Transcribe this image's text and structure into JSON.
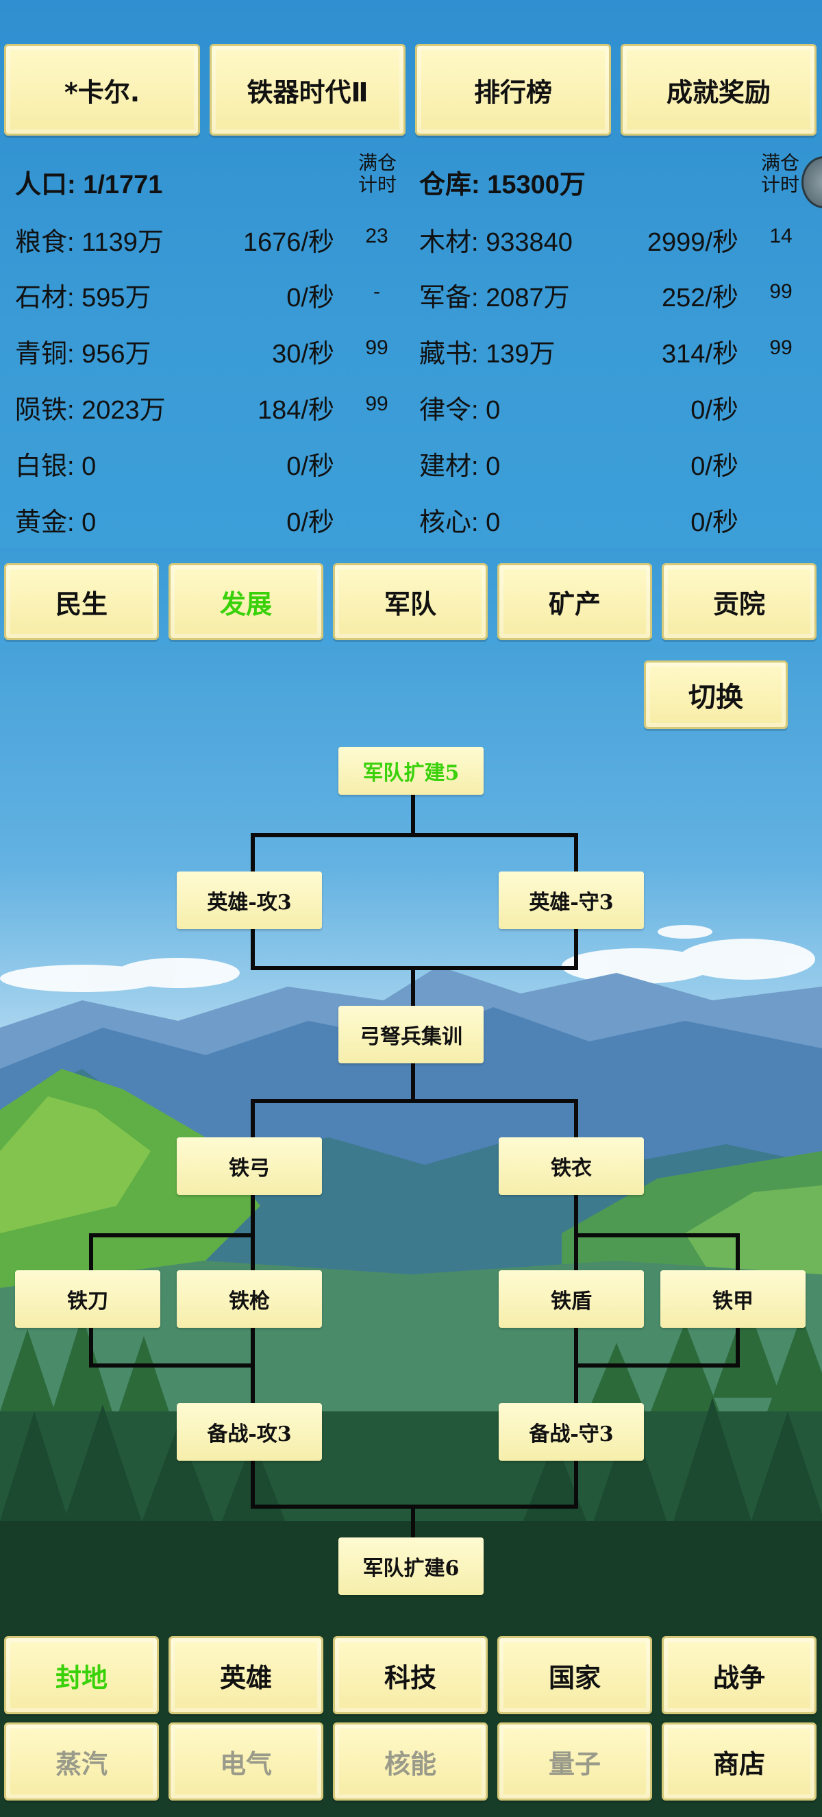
{
  "top_buttons": [
    {
      "label": "*卡尔."
    },
    {
      "label": "铁器时代Ⅱ"
    },
    {
      "label": "排行榜"
    },
    {
      "label": "成就奖励"
    }
  ],
  "headers": {
    "left_title": "人口: 1/1771",
    "left_timer_header": "满仓\n计时",
    "right_title": "仓库: 15300万",
    "right_timer_header": "满仓\n计时"
  },
  "resources_left": [
    {
      "label": "粮食: 1139万",
      "rate": "1676/秒",
      "timer": "23"
    },
    {
      "label": "石材: 595万",
      "rate": "0/秒",
      "timer": "-"
    },
    {
      "label": "青铜: 956万",
      "rate": "30/秒",
      "timer": "99"
    },
    {
      "label": "陨铁: 2023万",
      "rate": "184/秒",
      "timer": "99"
    },
    {
      "label": "白银: 0",
      "rate": "0/秒",
      "timer": ""
    },
    {
      "label": "黄金: 0",
      "rate": "0/秒",
      "timer": ""
    }
  ],
  "resources_right": [
    {
      "label": "木材: 933840",
      "rate": "2999/秒",
      "timer": "14"
    },
    {
      "label": "军备: 2087万",
      "rate": "252/秒",
      "timer": "99"
    },
    {
      "label": "藏书: 139万",
      "rate": "314/秒",
      "timer": "99"
    },
    {
      "label": "律令: 0",
      "rate": "0/秒",
      "timer": ""
    },
    {
      "label": "建材: 0",
      "rate": "0/秒",
      "timer": ""
    },
    {
      "label": "核心: 0",
      "rate": "0/秒",
      "timer": ""
    }
  ],
  "category_tabs": [
    {
      "label": "民生"
    },
    {
      "label": "发展"
    },
    {
      "label": "军队"
    },
    {
      "label": "矿产"
    },
    {
      "label": "贡院"
    }
  ],
  "switch_label": "切换",
  "tech_nodes": {
    "army_expand_5": "军队扩建5",
    "hero_attack_3": "英雄-攻3",
    "hero_defense_3": "英雄-守3",
    "crossbow_training": "弓弩兵集训",
    "iron_bow": "铁弓",
    "iron_clothes": "铁衣",
    "iron_blade": "铁刀",
    "iron_spear": "铁枪",
    "iron_shield": "铁盾",
    "iron_armor": "铁甲",
    "ready_attack_3": "备战-攻3",
    "ready_defense_3": "备战-守3",
    "army_expand_6": "军队扩建6"
  },
  "bottom_nav_row1": [
    {
      "label": "封地"
    },
    {
      "label": "英雄"
    },
    {
      "label": "科技"
    },
    {
      "label": "国家"
    },
    {
      "label": "战争"
    }
  ],
  "bottom_nav_row2": [
    {
      "label": "蒸汽"
    },
    {
      "label": "电气"
    },
    {
      "label": "核能"
    },
    {
      "label": "量子"
    },
    {
      "label": "商店"
    }
  ],
  "colors": {
    "active_text": "#39d10a",
    "disabled_text": "#9a9a8a",
    "button_fill": "#f7eca6",
    "sky_blue": "#3a9bd6"
  }
}
